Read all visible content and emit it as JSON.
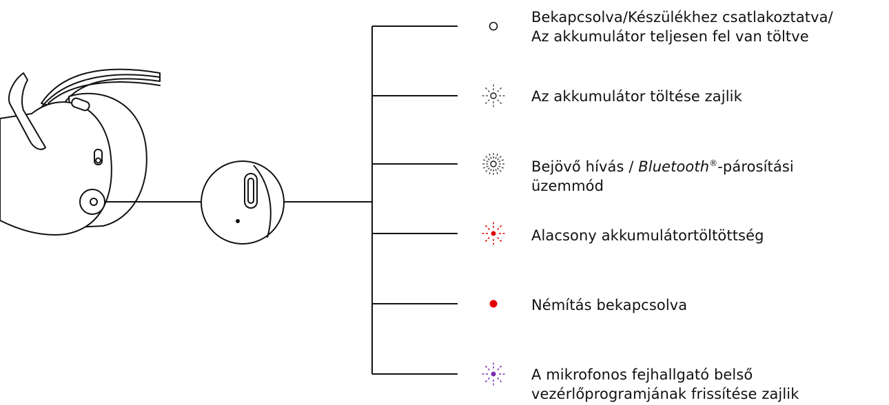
{
  "indicators": [
    {
      "state": "solid",
      "icon": "led-solid-white-icon",
      "color": "#ffffff",
      "lines": [
        "Bekapcsolva/Készülékhez csatlakoztatva/",
        "Az akkumulátor teljesen fel van töltve"
      ]
    },
    {
      "state": "blinking",
      "icon": "led-blink-white-icon",
      "color": "#ffffff",
      "lines": [
        "Az akkumulátor töltése zajlik"
      ]
    },
    {
      "state": "fast-blinking",
      "icon": "led-fast-blink-white-icon",
      "color": "#ffffff",
      "line1_pre": "Bejövő hívás / ",
      "line1_italic": "Bluetooth",
      "line1_sup": "®",
      "line1_post": "-párosítási",
      "line2": "üzemmód"
    },
    {
      "state": "blinking",
      "icon": "led-blink-red-icon",
      "color": "#e10000",
      "lines": [
        "Alacsony akkumulátortöltöttség"
      ]
    },
    {
      "state": "solid",
      "icon": "led-solid-red-icon",
      "color": "#e10000",
      "lines": [
        "Némítás bekapcsolva"
      ]
    },
    {
      "state": "blinking",
      "icon": "led-blink-purple-icon",
      "color": "#7a2bb0",
      "lines": [
        "A mikrofonos fejhallgató belső",
        "vezérlőprogramjának frissítése zajlik"
      ]
    }
  ]
}
